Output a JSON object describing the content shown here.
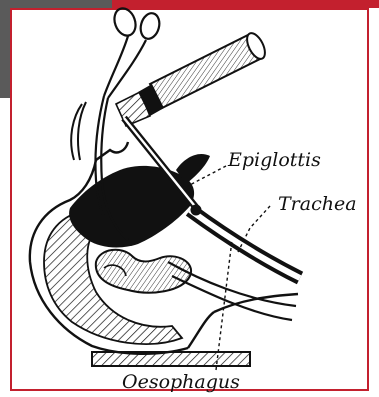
{
  "labels": {
    "epiglottis": "Epiglottis",
    "trachea": "Trachea",
    "oesophagus": "Oesophagus"
  },
  "colors": {
    "frame_red": "#c3202e",
    "corner_gray": "#5a5a5a",
    "ink": "#111111"
  }
}
